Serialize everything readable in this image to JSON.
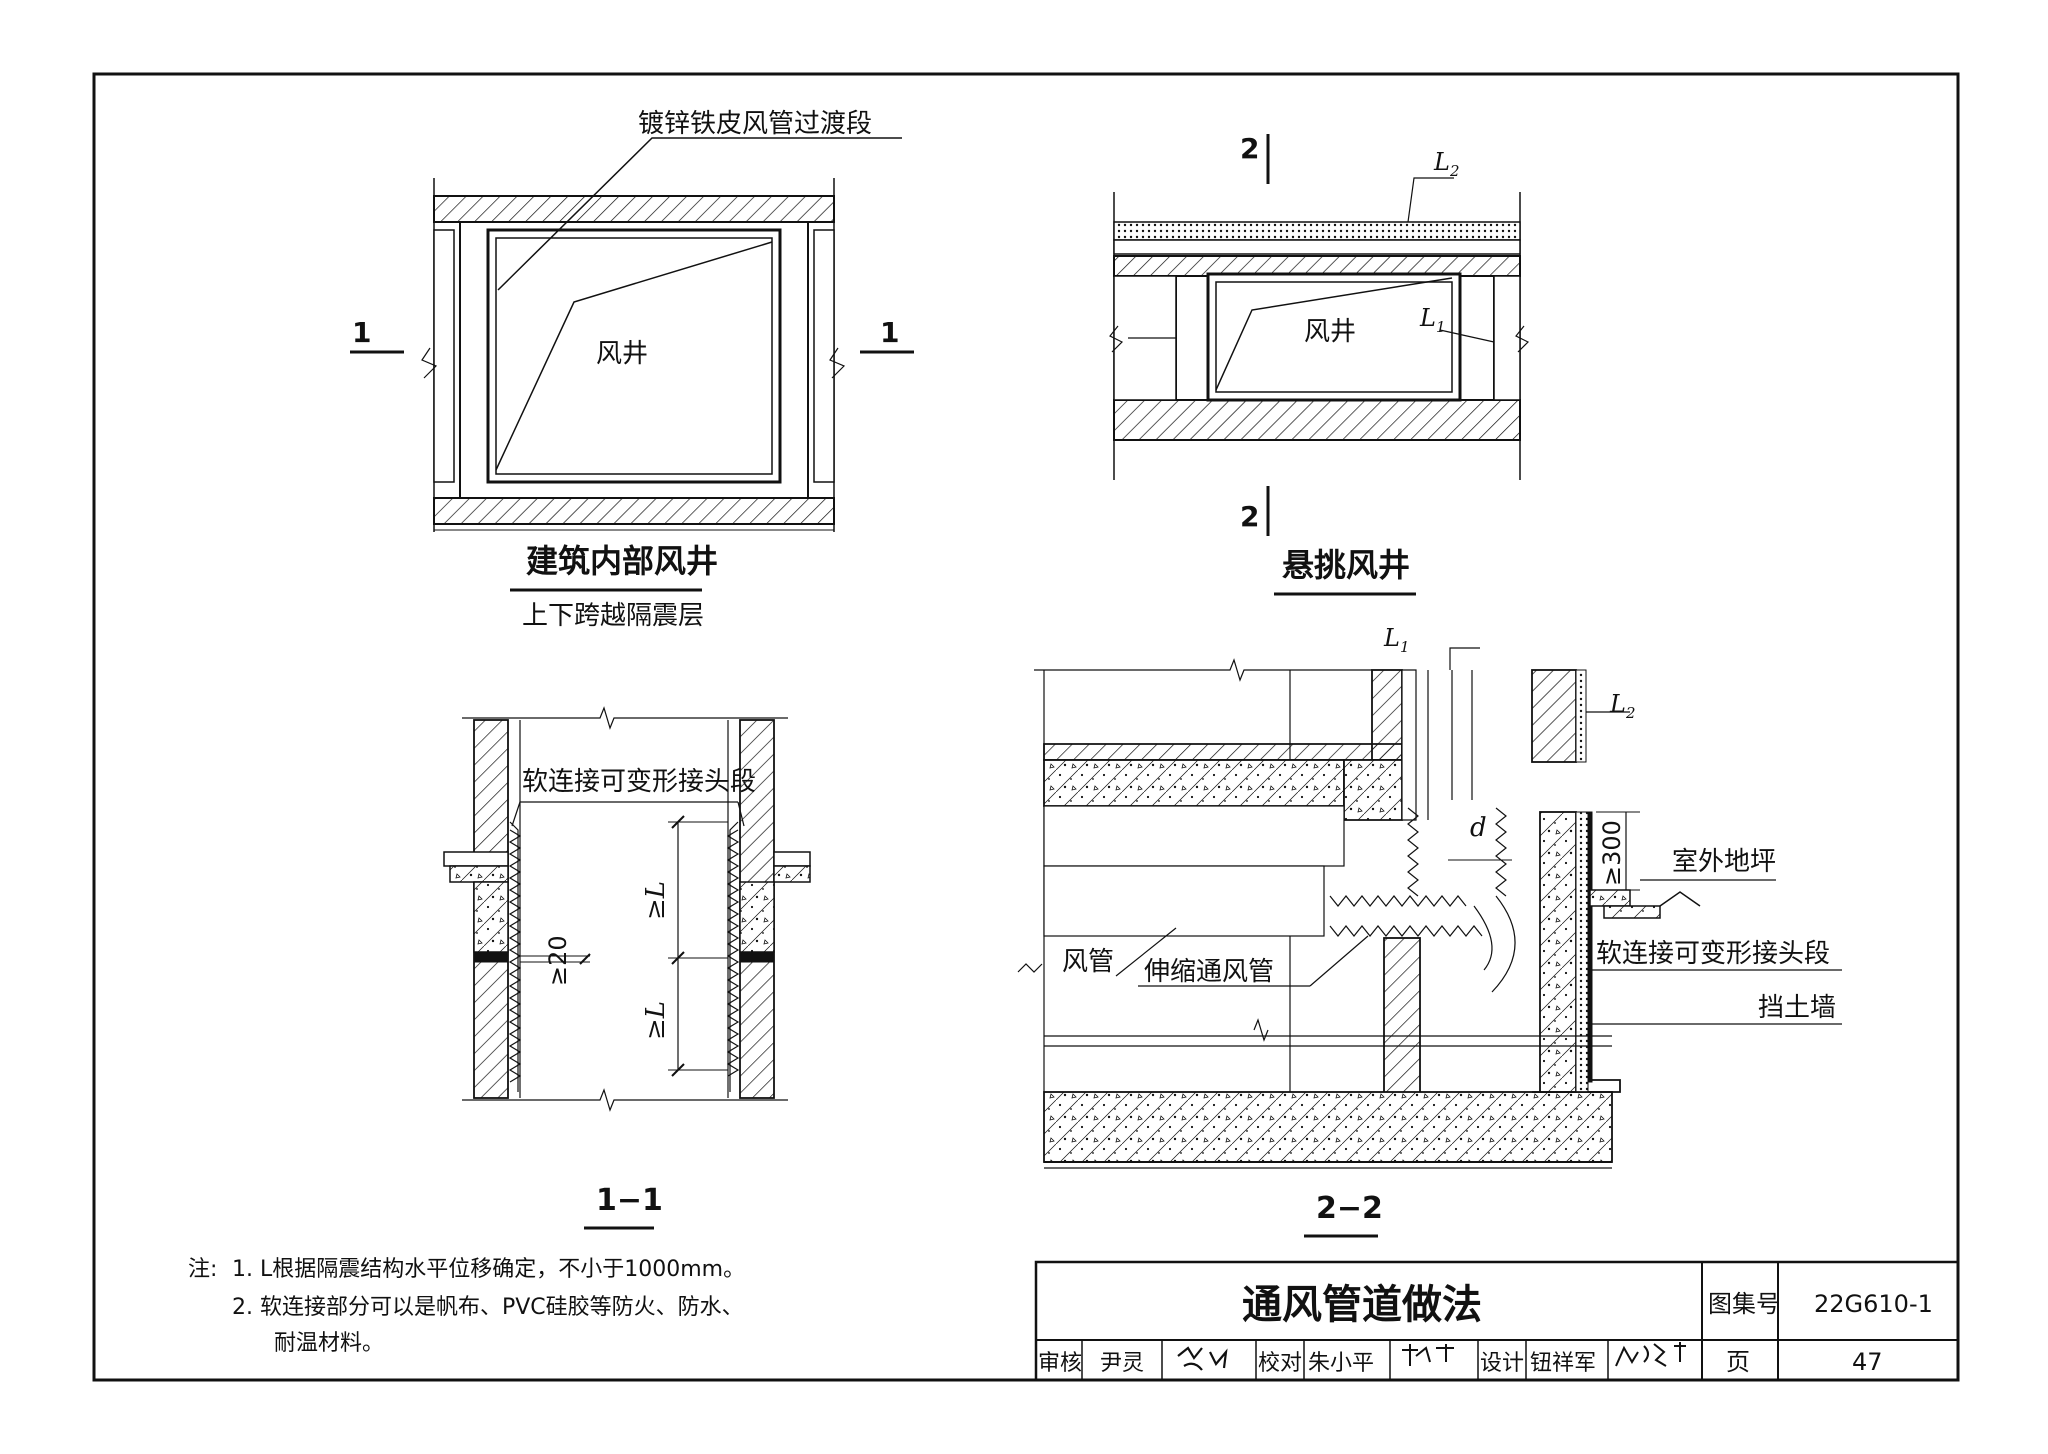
{
  "sheet": {
    "drawings": [
      {
        "id": "shaft-internal",
        "title": "建筑内部风井",
        "subtitle": "上下跨越隔震层",
        "labels": {
          "transition": "镀锌铁皮风管过渡段",
          "shaft": "风井",
          "section_mark_left": "1",
          "section_mark_right": "1"
        }
      },
      {
        "id": "shaft-cantilever",
        "title": "悬挑风井",
        "labels": {
          "shaft": "风井",
          "l1": "L",
          "l1_sub": "1",
          "l2": "L",
          "l2_sub": "2",
          "section_mark_top": "2",
          "section_mark_bottom": "2"
        }
      },
      {
        "id": "section-1-1",
        "title": "1−1",
        "labels": {
          "flex_joint": "软连接可变形接头段",
          "gap": "≥20",
          "len_upper": "≥L",
          "len_lower": "≥L"
        }
      },
      {
        "id": "section-2-2",
        "title": "2−2",
        "labels": {
          "l1": "L",
          "l1_sub": "1",
          "l2": "L",
          "l2_sub": "2",
          "d": "d",
          "dim_300": "≥300",
          "ground": "室外地坪",
          "flex_joint": "软连接可变形接头段",
          "retaining_wall": "挡土墙",
          "duct": "风管",
          "expansion_duct": "伸缩通风管"
        }
      }
    ],
    "notes": {
      "prefix": "注:",
      "items": [
        "1.  L根据隔震结构水平位移确定，不小于1000mm。",
        "2.  软连接部分可以是帆布、PVC硅胶等防火、防水、",
        "耐温材料。"
      ]
    },
    "title_block": {
      "title": "通风管道做法",
      "atlas_label": "图集号",
      "atlas_no": "22G610-1",
      "page_label": "页",
      "page_no": "47",
      "review_label": "审核",
      "review_name": "尹灵",
      "check_label": "校对",
      "check_name": "朱小平",
      "design_label": "设计",
      "design_name": "钮祥军"
    }
  }
}
